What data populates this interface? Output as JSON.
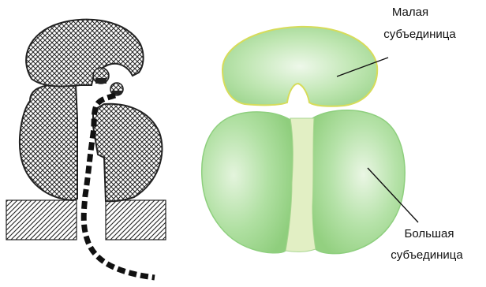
{
  "labels": {
    "small_subunit_line1": "Малая",
    "small_subunit_line2": "субъединица",
    "large_subunit_line1": "Большая",
    "large_subunit_line2": "субъединица"
  },
  "colors": {
    "green_outline": "#8ecf7e",
    "green_fill": "#a9dc9a",
    "small_outline": "#d7dc5a",
    "channel_fill": "#e2efc4",
    "hatch": "#222222"
  }
}
